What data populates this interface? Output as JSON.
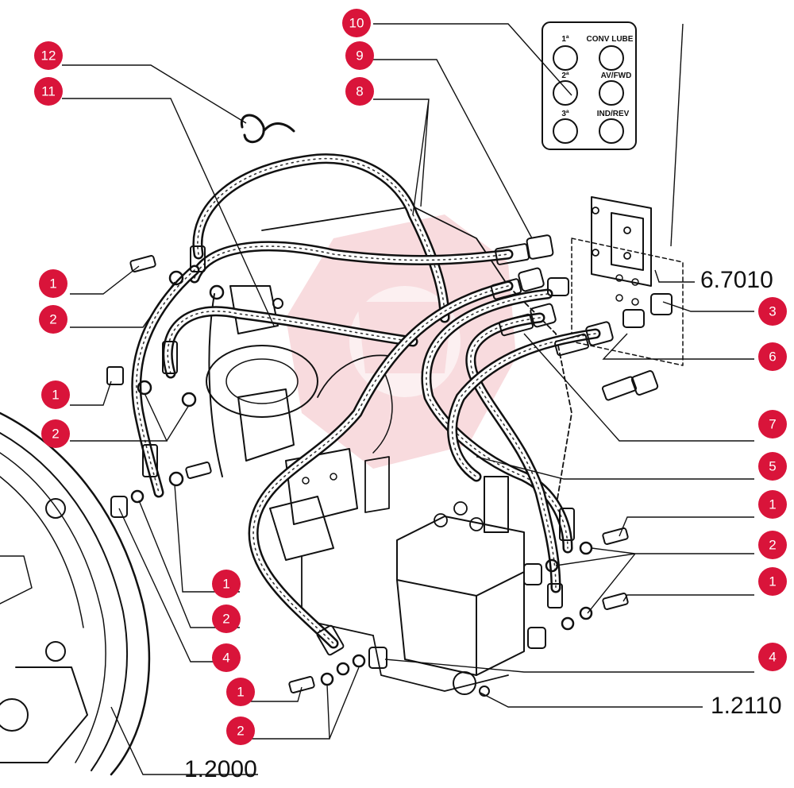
{
  "callouts": [
    {
      "id": "c12a",
      "label": "12"
    },
    {
      "id": "c11a",
      "label": "11"
    },
    {
      "id": "c10a",
      "label": "10"
    },
    {
      "id": "c9a",
      "label": "9"
    },
    {
      "id": "c8a",
      "label": "8"
    },
    {
      "id": "c1a",
      "label": "1"
    },
    {
      "id": "c2a",
      "label": "2"
    },
    {
      "id": "c1b",
      "label": "1"
    },
    {
      "id": "c2b",
      "label": "2"
    },
    {
      "id": "c1c",
      "label": "1"
    },
    {
      "id": "c2c",
      "label": "2"
    },
    {
      "id": "c4a",
      "label": "4"
    },
    {
      "id": "c1d",
      "label": "1"
    },
    {
      "id": "c2d",
      "label": "2"
    },
    {
      "id": "c3a",
      "label": "3"
    },
    {
      "id": "c6a",
      "label": "6"
    },
    {
      "id": "c7a",
      "label": "7"
    },
    {
      "id": "c5a",
      "label": "5"
    },
    {
      "id": "c1e",
      "label": "1"
    },
    {
      "id": "c2e",
      "label": "2"
    },
    {
      "id": "c1f",
      "label": "1"
    },
    {
      "id": "c4b",
      "label": "4"
    }
  ],
  "part_codes": {
    "code_6_7010": "6.7010",
    "code_1_2110": "1.2110",
    "code_1_2000": "1.2000"
  },
  "port_panel": {
    "port_1": "1ª",
    "port_2": "2ª",
    "port_3": "3ª",
    "port_conv_lube": "CONV LUBE",
    "port_av_fwd": "AV/FWD",
    "port_ind_rev": "IND/REV"
  },
  "colors": {
    "callout_red": "#d9143a",
    "line_ink": "#111111",
    "watermark": "#f2b8be"
  }
}
